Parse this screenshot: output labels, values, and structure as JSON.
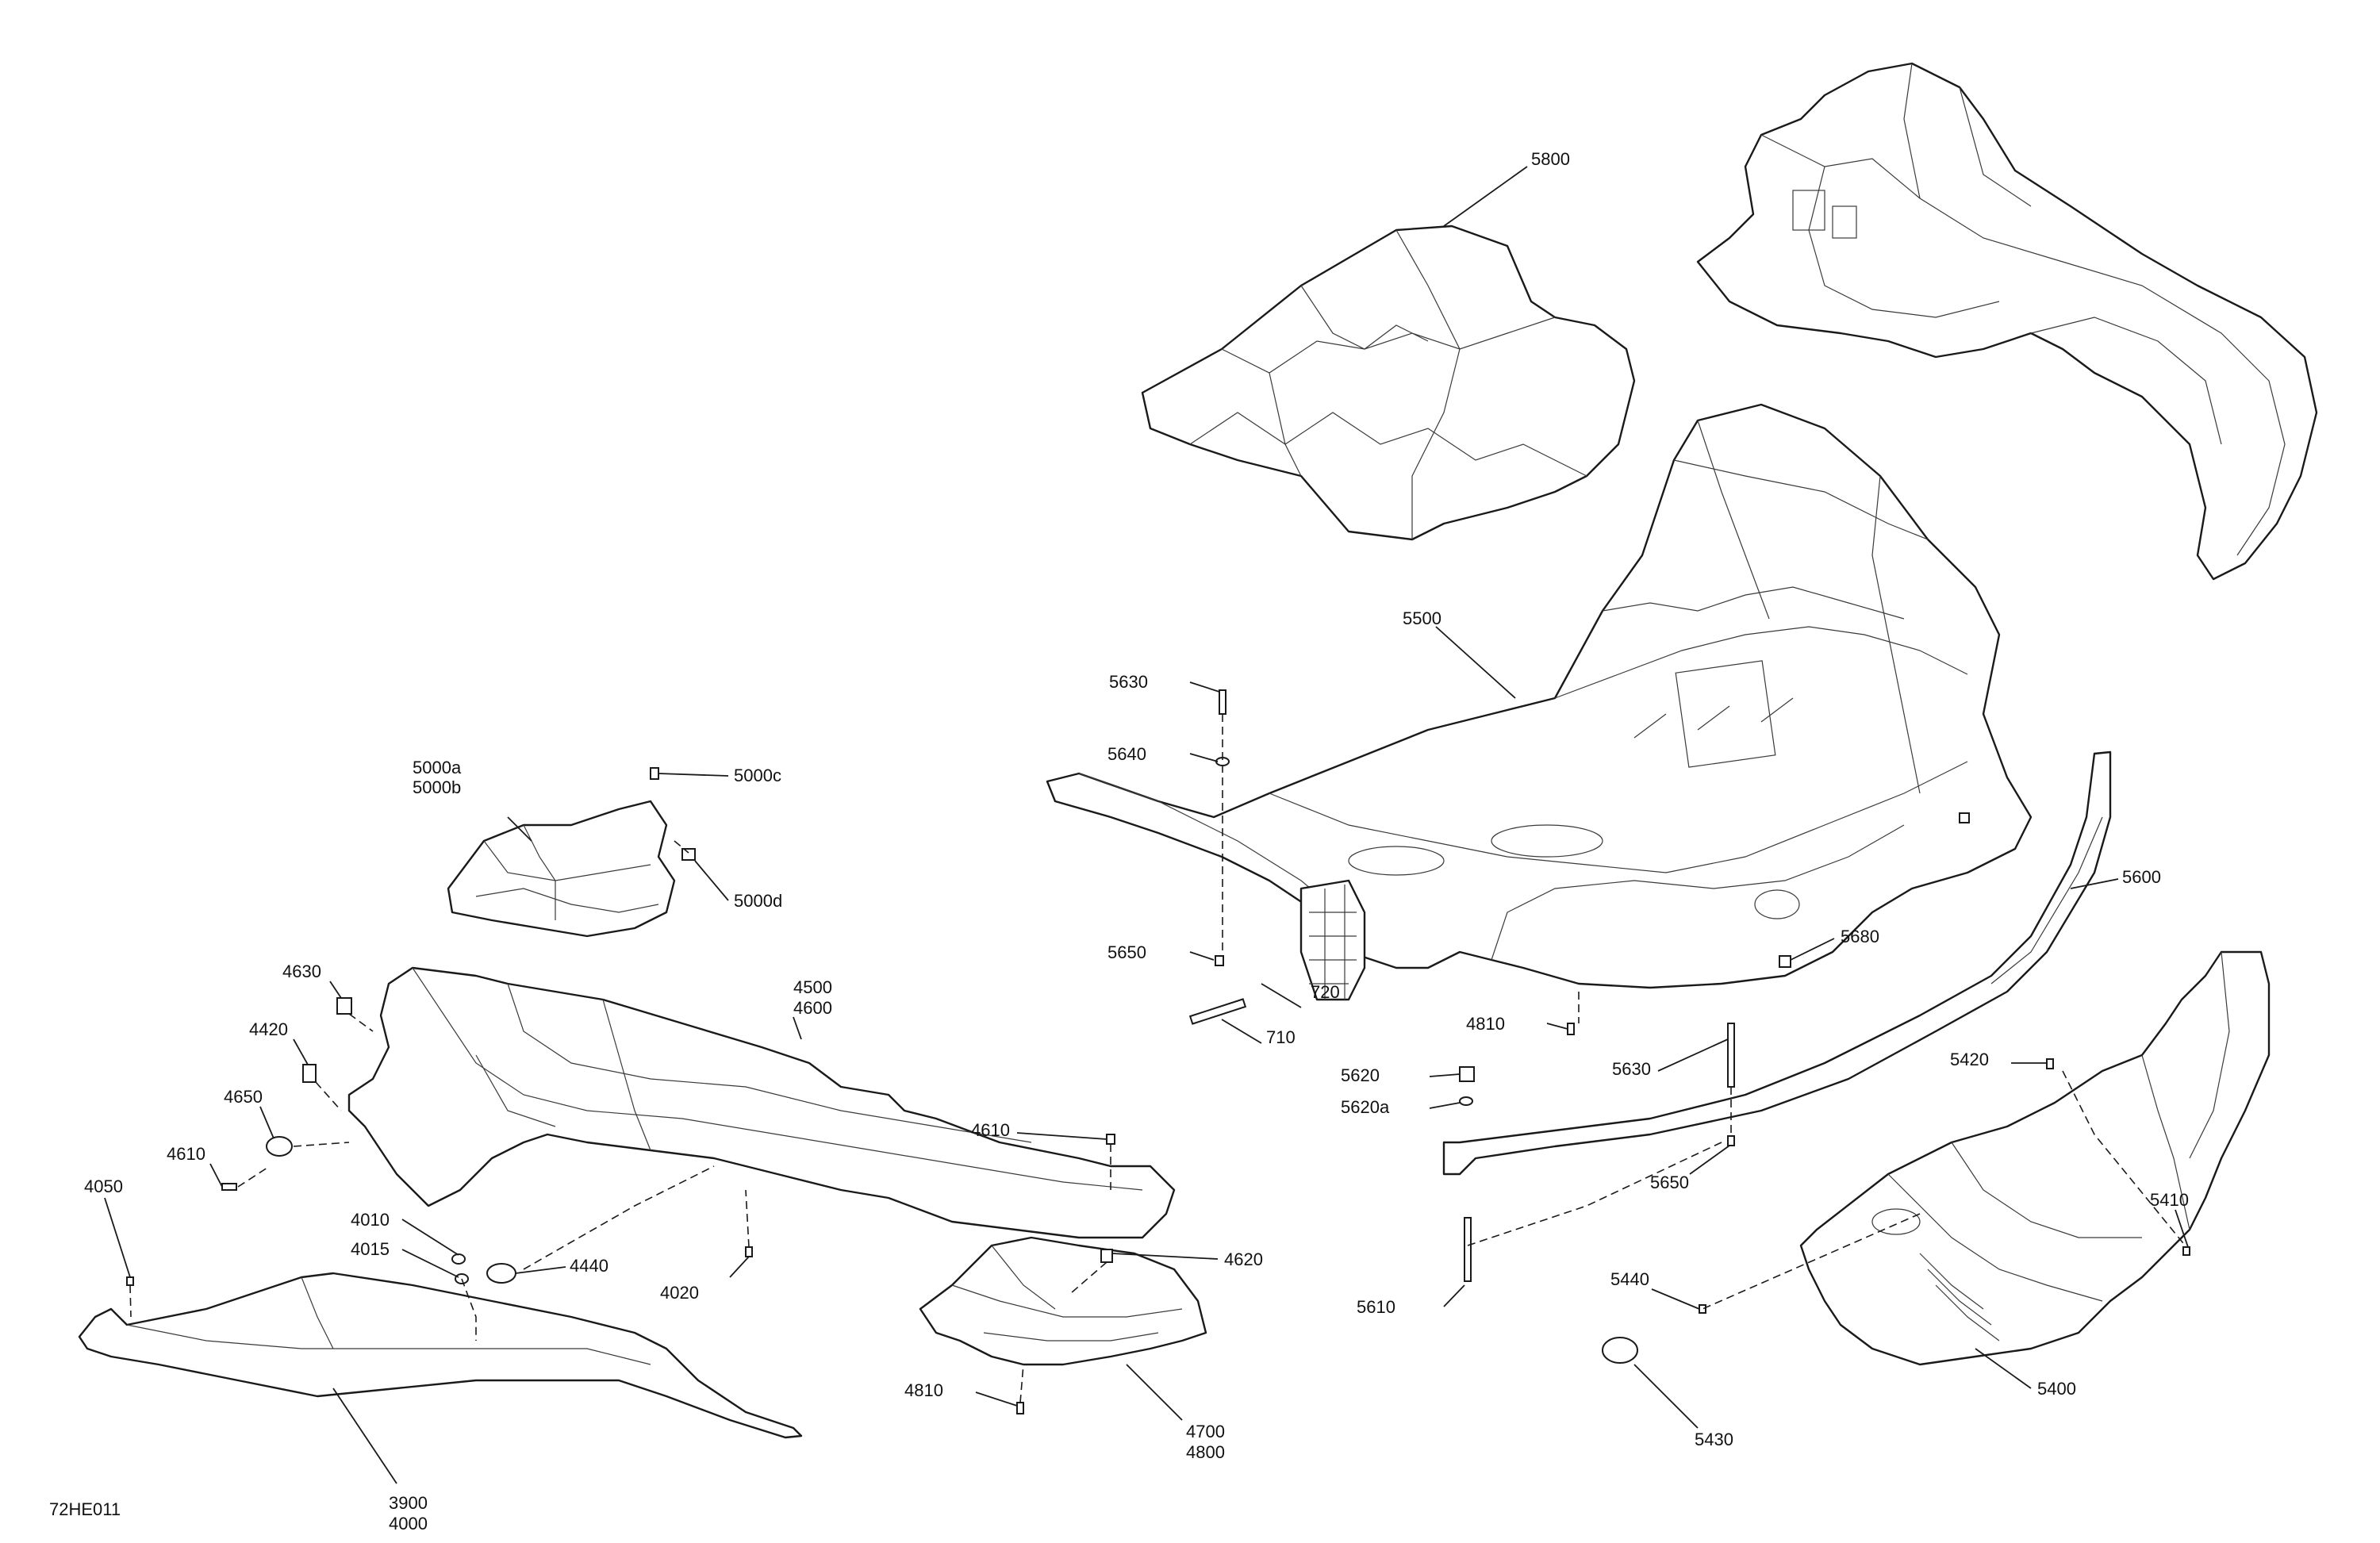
{
  "diagram_ref": "72HE011",
  "callouts": [
    {
      "id": "c5800",
      "label": "5800"
    },
    {
      "id": "c5500",
      "label": "5500"
    },
    {
      "id": "c5630a",
      "label": "5630"
    },
    {
      "id": "c5640",
      "label": "5640"
    },
    {
      "id": "c5650a",
      "label": "5650"
    },
    {
      "id": "c720",
      "label": "720"
    },
    {
      "id": "c710",
      "label": "710"
    },
    {
      "id": "c4810a",
      "label": "4810"
    },
    {
      "id": "c5620",
      "label": "5620"
    },
    {
      "id": "c5620a",
      "label": "5620a"
    },
    {
      "id": "c5630b",
      "label": "5630"
    },
    {
      "id": "c5680",
      "label": "5680"
    },
    {
      "id": "c5600",
      "label": "5600"
    },
    {
      "id": "c5650b",
      "label": "5650"
    },
    {
      "id": "c5610",
      "label": "5610"
    },
    {
      "id": "c5420",
      "label": "5420"
    },
    {
      "id": "c5410",
      "label": "5410"
    },
    {
      "id": "c5440",
      "label": "5440"
    },
    {
      "id": "c5400",
      "label": "5400"
    },
    {
      "id": "c5430",
      "label": "5430"
    },
    {
      "id": "c5000a",
      "label": "5000a"
    },
    {
      "id": "c5000b",
      "label": "5000b"
    },
    {
      "id": "c5000c",
      "label": "5000c"
    },
    {
      "id": "c5000d",
      "label": "5000d"
    },
    {
      "id": "c4630",
      "label": "4630"
    },
    {
      "id": "c4500",
      "label": "4500"
    },
    {
      "id": "c4600",
      "label": "4600"
    },
    {
      "id": "c4420",
      "label": "4420"
    },
    {
      "id": "c4650",
      "label": "4650"
    },
    {
      "id": "c4610a",
      "label": "4610"
    },
    {
      "id": "c4610b",
      "label": "4610"
    },
    {
      "id": "c4050",
      "label": "4050"
    },
    {
      "id": "c4010",
      "label": "4010"
    },
    {
      "id": "c4015",
      "label": "4015"
    },
    {
      "id": "c4440",
      "label": "4440"
    },
    {
      "id": "c4020",
      "label": "4020"
    },
    {
      "id": "c4620",
      "label": "4620"
    },
    {
      "id": "c4810b",
      "label": "4810"
    },
    {
      "id": "c4700",
      "label": "4700"
    },
    {
      "id": "c4800",
      "label": "4800"
    },
    {
      "id": "c3900",
      "label": "3900"
    },
    {
      "id": "c4000",
      "label": "4000"
    }
  ]
}
